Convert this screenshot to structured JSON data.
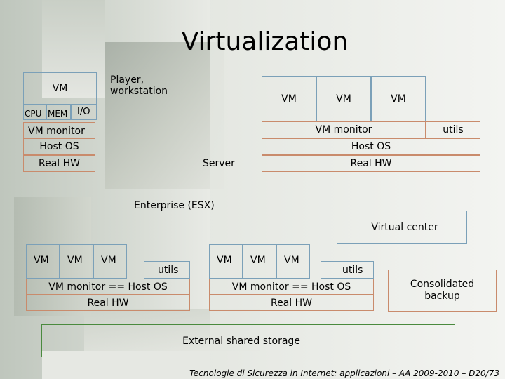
{
  "title": "Virtualization",
  "workstation": {
    "vm": "VM",
    "cpu": "CPU",
    "mem": "MEM",
    "io": "I/O",
    "caption": "Player,\nworkstation",
    "vm_monitor": "VM monitor",
    "host_os": "Host OS",
    "real_hw": "Real HW"
  },
  "server": {
    "vms": [
      "VM",
      "VM",
      "VM"
    ],
    "vm_monitor": "VM monitor",
    "utils": "utils",
    "host_os": "Host OS",
    "real_hw": "Real HW",
    "caption": "Server"
  },
  "enterprise": {
    "caption": "Enterprise (ESX)",
    "virtual_center": "Virtual center",
    "consolidated_backup": "Consolidated\nbackup",
    "external_storage": "External shared storage",
    "left": {
      "vms": [
        "VM",
        "VM",
        "VM"
      ],
      "utils": "utils",
      "vm_monitor": "VM monitor == Host OS",
      "real_hw": "Real HW"
    },
    "right": {
      "vms": [
        "VM",
        "VM",
        "VM"
      ],
      "utils": "utils",
      "vm_monitor": "VM monitor == Host OS",
      "real_hw": "Real HW"
    }
  },
  "footer": "Tecnologie di Sicurezza in Internet: applicazioni – AA 2009-2010 – D20/73",
  "colors": {
    "frame_blue": "#7ba0b8",
    "frame_salmon": "#c98b6c",
    "frame_green": "#4a8a3e"
  }
}
